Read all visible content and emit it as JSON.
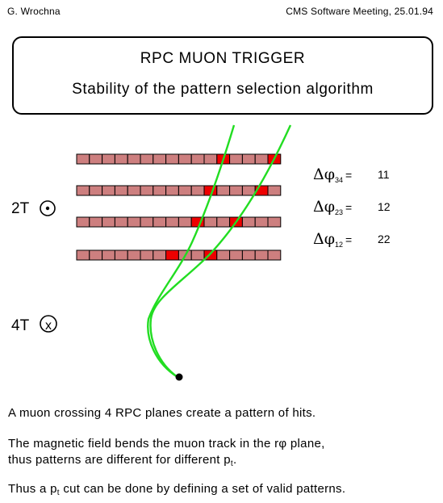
{
  "header": {
    "author": "G. Wrochna",
    "event": "CMS Software Meeting,  25.01.94"
  },
  "title": {
    "line1": "RPC MUON TRIGGER",
    "line2": "Stability of the pattern selection algorithm"
  },
  "field_labels": {
    "upper": {
      "text": "2T",
      "symbol": "dot-in-circle"
    },
    "lower": {
      "text": "4T",
      "symbol": "x-in-circle",
      "mark": "x"
    }
  },
  "diagram": {
    "planes": 4,
    "strips_per_plane": 16,
    "strip_color": "#cd7f7f",
    "hit_color": "#ee0000",
    "track_color": "#22dd22",
    "hits": [
      {
        "plane": 4,
        "strips": [
          11,
          15
        ]
      },
      {
        "plane": 3,
        "strips": [
          10,
          14
        ]
      },
      {
        "plane": 2,
        "strips": [
          9,
          12
        ]
      },
      {
        "plane": 1,
        "strips": [
          7,
          10
        ]
      }
    ]
  },
  "deltas": [
    {
      "symbol": "Δφ",
      "sub": "34",
      "eq": "=",
      "value": "11"
    },
    {
      "symbol": "Δφ",
      "sub": "23",
      "eq": "=",
      "value": "12"
    },
    {
      "symbol": "Δφ",
      "sub": "12",
      "eq": "=",
      "value": "22"
    }
  ],
  "text": {
    "p1": "A muon crossing 4 RPC planes create a pattern of hits.",
    "p2_line1": "The magnetic field bends the muon track in the rφ plane,",
    "p2_line2_pre": "thus patterns are different for different p",
    "p2_line2_sub": "t",
    "p2_line2_post": ".",
    "p3_pre": "Thus a p",
    "p3_sub": "t",
    "p3_post": " cut can be done by defining a set of valid patterns."
  }
}
